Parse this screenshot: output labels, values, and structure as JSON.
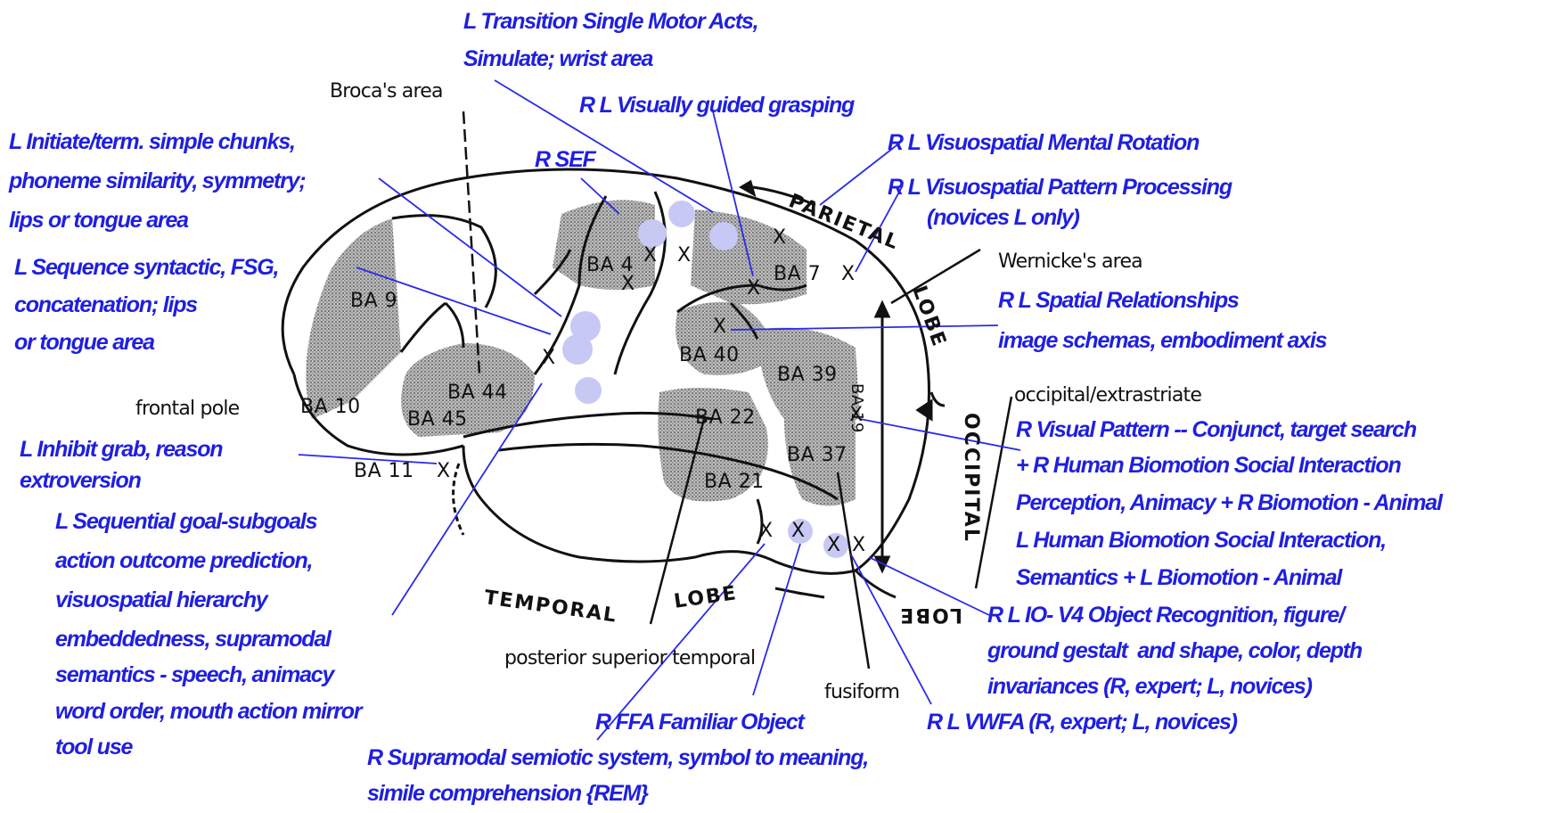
{
  "colors": {
    "annotation": "#1f1fe0",
    "leader_line": "#2a2ae8",
    "outline": "#111111",
    "shading": "#9a9a9a",
    "highlight_dot": "#c8c8f5"
  },
  "blue_labels": {
    "transition": [
      "L Transition Single Motor Acts,",
      "Simulate; wrist area"
    ],
    "grasp": "R L Visually guided grasping",
    "sef": "R SEF",
    "initiate": [
      "L Initiate/term. simple chunks,",
      "phoneme similarity, symmetry;",
      "lips or tongue area"
    ],
    "sequence": [
      "L Sequence syntactic, FSG,",
      "concatenation; lips",
      "or tongue area"
    ],
    "inhibit": [
      "L Inhibit grab, reason",
      "extroversion"
    ],
    "goals": [
      "L Sequential goal-subgoals",
      "action outcome prediction,",
      "visuospatial hierarchy",
      "embeddedness, supramodal",
      "semantics - speech, animacy",
      "word order, mouth action mirror",
      "tool use"
    ],
    "rotation": "R L Visuospatial Mental Rotation",
    "pattern": [
      "R L Visuospatial Pattern Processing",
      "(novices L only)"
    ],
    "spatial": [
      "R L Spatial Relationships",
      "image schemas, embodiment axis"
    ],
    "visual": [
      "R Visual Pattern -- Conjunct, target search",
      "+ R Human Biomotion Social Interaction",
      "Perception, Animacy + R Biomotion - Animal",
      "L Human Biomotion Social Interaction,",
      "Semantics + L Biomotion - Animal"
    ],
    "lio": [
      "R L IO- V4 Object Recognition, figure/",
      "ground gestalt  and shape, color, depth",
      "invariances (R, expert; L, novices)"
    ],
    "vwfa": "R L VWFA (R, expert; L, novices)",
    "ffa": "R FFA Familiar Object",
    "supramodal": [
      "R Supramodal semiotic system, symbol to meaning,",
      "simile comprehension {REM}"
    ]
  },
  "black_labels": {
    "broca": "Broca's area",
    "wernicke": "Wernicke's area",
    "frontal_pole": "frontal pole",
    "occipital_extrastriate": "occipital/extrastriate",
    "posterior_superior_temporal": "posterior superior temporal",
    "fusiform": "fusiform"
  },
  "areas": {
    "ba4": "BA 4",
    "ba7": "BA 7",
    "ba9": "BA 9",
    "ba10": "BA 10",
    "ba11": "BA 11",
    "ba44": "BA 44",
    "ba45": "BA 45",
    "ba40": "BA 40",
    "ba39": "BA 39",
    "ba22": "BA 22",
    "ba21": "BA 21",
    "ba37": "BA 37",
    "ba19": "BA 19"
  },
  "lobes": {
    "parietal": "PARIETAL",
    "lobe": "LOBE",
    "occipital": "OCCIPITAL",
    "temporal": "TEMPORAL",
    "temporal_lobe": "LOBE",
    "occipital_lobe": "LOBE"
  },
  "marker": "X"
}
